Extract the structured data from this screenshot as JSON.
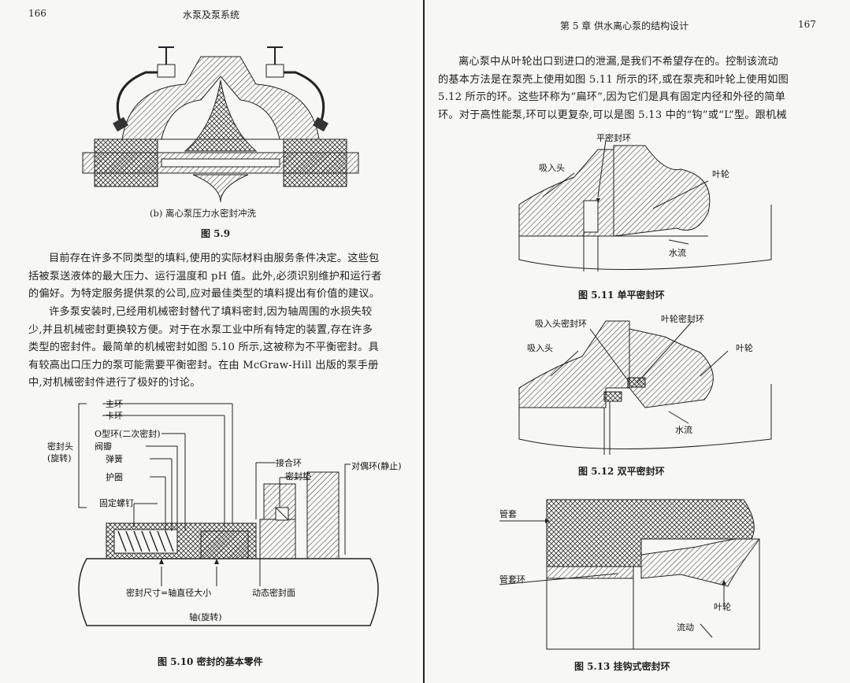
{
  "left": {
    "page_number": "166",
    "running_header": "水泵及泵系统",
    "fig59_subcaption": "(b)  离心泵压力水密封冲洗",
    "fig59_caption": "图 5.9",
    "para1": [
      "目前存在许多不同类型的填料,使用的实际材料由服务条件决定。这些包",
      "括被泵送液体的最大压力、运行温度和 pH 值。此外,必须识别维护和运行者",
      "的偏好。为特定服务提供泵的公司,应对最佳类型的填料提出有价值的建议。"
    ],
    "para2": [
      "许多泵安装时,已经用机械密封替代了填料密封,因为轴周围的水损失较",
      "少,并且机械密封更换较方便。对于在水泵工业中所有特定的装置,存在许多",
      "类型的密封件。最简单的机械密封如图 5.10 所示,这被称为不平衡密封。具",
      "有较高出口压力的泵可能需要平衡密封。在由 McGraw-Hill 出版的泵手册",
      "中,对机械密封件进行了极好的讨论。"
    ],
    "fig510": {
      "labels": {
        "main_ring": "主环",
        "snap_ring": "卡环",
        "o_ring": "O型环(二次密封)",
        "seal_head_1": "密封头",
        "seal_head_2": "(旋转)",
        "valve": "阀瓣",
        "spring": "弹簧",
        "retainer": "护圈",
        "set_screw": "固定螺钉",
        "mating_ring": "接合环",
        "gasket": "密封垫",
        "mating_side": "对偶环(静止)",
        "seal_size": "密封尺寸=轴直径大小",
        "dynamic_face": "动态密封面",
        "shaft": "轴(旋转)"
      },
      "caption": "图 5.10    密封的基本零件"
    }
  },
  "right": {
    "page_number": "167",
    "running_header": "第 5 章    供水离心泵的结构设计",
    "para": [
      "离心泵中从叶轮出口到进口的泄漏,是我们不希望存在的。控制该流动",
      "的基本方法是在泵壳上使用如图 5.11 所示的环,或在泵壳和叶轮上使用如图",
      "5.12 所示的环。这些环称为“扁环”,因为它们是具有固定内径和外径的简单",
      "环。对于高性能泵,环可以更复杂,可以是图 5.13 中的“钩”或“L”型。跟机械"
    ],
    "fig511": {
      "flat_ring": "平密封环",
      "suction_head": "吸入头",
      "impeller": "叶轮",
      "water_flow": "水流",
      "caption": "图 5.11    单平密封环"
    },
    "fig512": {
      "suction_head_ring": "吸入头密封环",
      "impeller_ring": "叶轮密封环",
      "suction_head": "吸入头",
      "impeller": "叶轮",
      "water_flow": "水流",
      "caption": "图 5.12    双平密封环"
    },
    "fig513": {
      "sleeve": "管套",
      "sleeve_ring": "管套环",
      "impeller": "叶轮",
      "flow": "流动",
      "caption": "图 5.13    挂钩式密封环"
    }
  }
}
